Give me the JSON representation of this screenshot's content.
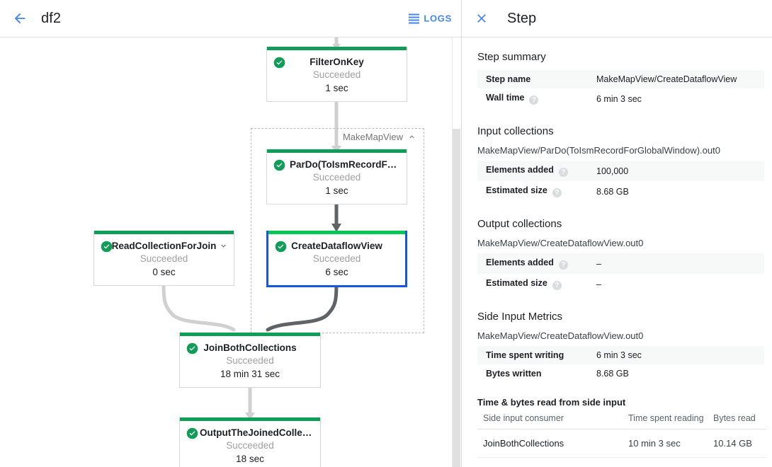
{
  "left": {
    "back_icon": "arrow-back-icon",
    "job_title": "df2",
    "logs_label": "LOGS",
    "logs_icon": "logs-list-icon",
    "composite": {
      "label": "MakeMapView",
      "chevron": "chevron-up-icon"
    },
    "nodes": [
      {
        "id": "filter-on-key",
        "name": "FilterOnKey",
        "status": "Succeeded",
        "time": "1 sec",
        "selected": false,
        "chevron": null
      },
      {
        "id": "pardo-to-ism-record",
        "name": "ParDo(ToIsmRecordFor…",
        "status": "Succeeded",
        "time": "1 sec",
        "selected": false,
        "chevron": null
      },
      {
        "id": "create-dataflow-view",
        "name": "CreateDataflowView",
        "status": "Succeeded",
        "time": "6 sec",
        "selected": true,
        "chevron": null
      },
      {
        "id": "read-collection-for-join",
        "name": "ReadCollectionForJoin",
        "status": "Succeeded",
        "time": "0 sec",
        "selected": false,
        "chevron": "chevron-down-icon"
      },
      {
        "id": "join-both-collections",
        "name": "JoinBothCollections",
        "status": "Succeeded",
        "time": "18 min 31 sec",
        "selected": false,
        "chevron": null
      },
      {
        "id": "output-the-joined-collec",
        "name": "OutputTheJoinedCollec…",
        "status": "Succeeded",
        "time": "18 sec",
        "selected": false,
        "chevron": null
      }
    ],
    "colors": {
      "status_green": "#0f9d58",
      "selected_border": "#1a56db",
      "edge_light": "#d0d0d0",
      "edge_dark": "#5f6368",
      "accent_blue": "#4285f4"
    }
  },
  "right": {
    "close_icon": "close-icon",
    "title": "Step",
    "step_summary": {
      "heading": "Step summary",
      "rows": [
        {
          "key": "Step name",
          "help": false,
          "value": "MakeMapView/CreateDataflowView"
        },
        {
          "key": "Wall time",
          "help": true,
          "value": "6 min 3 sec"
        }
      ]
    },
    "input_collections": {
      "heading": "Input collections",
      "collection": "MakeMapView/ParDo(ToIsmRecordForGlobalWindow).out0",
      "rows": [
        {
          "key": "Elements added",
          "help": true,
          "value": "100,000"
        },
        {
          "key": "Estimated size",
          "help": true,
          "value": "8.68 GB"
        }
      ]
    },
    "output_collections": {
      "heading": "Output collections",
      "collection": "MakeMapView/CreateDataflowView.out0",
      "rows": [
        {
          "key": "Elements added",
          "help": true,
          "value": "–"
        },
        {
          "key": "Estimated size",
          "help": true,
          "value": "–"
        }
      ]
    },
    "side_input_metrics": {
      "heading": "Side Input Metrics",
      "collection": "MakeMapView/CreateDataflowView.out0",
      "rows": [
        {
          "key": "Time spent writing",
          "help": false,
          "value": "6 min 3 sec"
        },
        {
          "key": "Bytes written",
          "help": false,
          "value": "8.68 GB"
        }
      ],
      "subheading": "Time & bytes read from side input",
      "table": {
        "columns": [
          "Side input consumer",
          "Time spent reading",
          "Bytes read"
        ],
        "rows": [
          [
            "JoinBothCollections",
            "10 min 3 sec",
            "10.14 GB"
          ]
        ]
      }
    }
  }
}
